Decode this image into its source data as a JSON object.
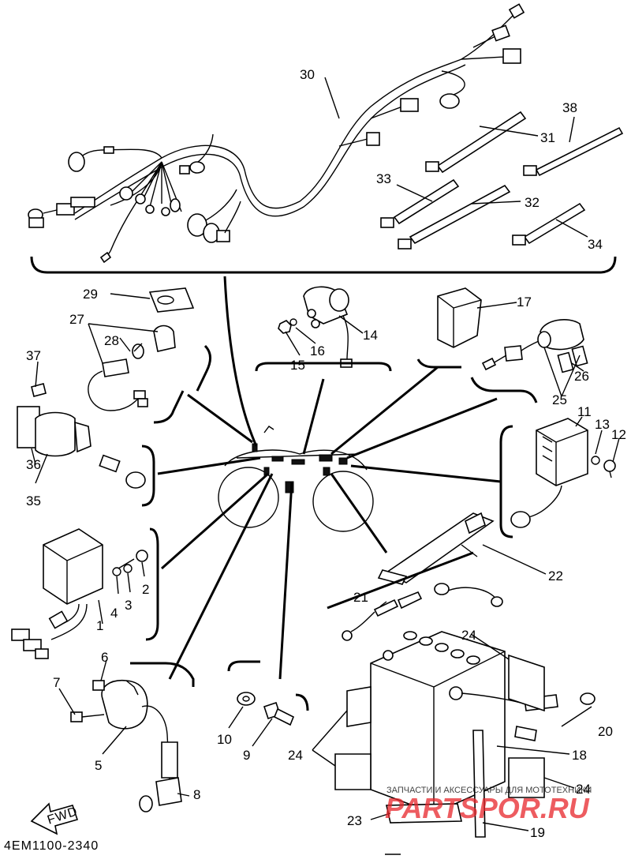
{
  "diagram": {
    "drawing_code": "4EM1100-2340",
    "direction_label": "FWD",
    "watermark": {
      "caption": "ЗАПЧАСТИ И АКСЕССУАРЫ ДЛЯ МОТОТЕХНИКИ",
      "brand": "PARTSPOR.RU",
      "accent_color": "#e8262b"
    },
    "callouts": [
      {
        "id": "c1",
        "label": "1"
      },
      {
        "id": "c2",
        "label": "2"
      },
      {
        "id": "c3",
        "label": "3"
      },
      {
        "id": "c4",
        "label": "4"
      },
      {
        "id": "c5",
        "label": "5"
      },
      {
        "id": "c6",
        "label": "6"
      },
      {
        "id": "c7",
        "label": "7"
      },
      {
        "id": "c8",
        "label": "8"
      },
      {
        "id": "c9",
        "label": "9"
      },
      {
        "id": "c10",
        "label": "10"
      },
      {
        "id": "c11",
        "label": "11"
      },
      {
        "id": "c12",
        "label": "12"
      },
      {
        "id": "c13",
        "label": "13"
      },
      {
        "id": "c14",
        "label": "14"
      },
      {
        "id": "c15",
        "label": "15"
      },
      {
        "id": "c16",
        "label": "16"
      },
      {
        "id": "c17",
        "label": "17"
      },
      {
        "id": "c18",
        "label": "18"
      },
      {
        "id": "c19",
        "label": "19"
      },
      {
        "id": "c20",
        "label": "20"
      },
      {
        "id": "c21",
        "label": "21"
      },
      {
        "id": "c22",
        "label": "22"
      },
      {
        "id": "c23",
        "label": "23"
      },
      {
        "id": "c24a",
        "label": "24"
      },
      {
        "id": "c24b",
        "label": "24"
      },
      {
        "id": "c24c",
        "label": "24"
      },
      {
        "id": "c25",
        "label": "25"
      },
      {
        "id": "c26",
        "label": "26"
      },
      {
        "id": "c27",
        "label": "27"
      },
      {
        "id": "c28",
        "label": "28"
      },
      {
        "id": "c29",
        "label": "29"
      },
      {
        "id": "c30",
        "label": "30"
      },
      {
        "id": "c31",
        "label": "31"
      },
      {
        "id": "c32",
        "label": "32"
      },
      {
        "id": "c33",
        "label": "33"
      },
      {
        "id": "c34",
        "label": "34"
      },
      {
        "id": "c35",
        "label": "35"
      },
      {
        "id": "c36",
        "label": "36"
      },
      {
        "id": "c37",
        "label": "37"
      },
      {
        "id": "c38",
        "label": "38"
      }
    ]
  }
}
